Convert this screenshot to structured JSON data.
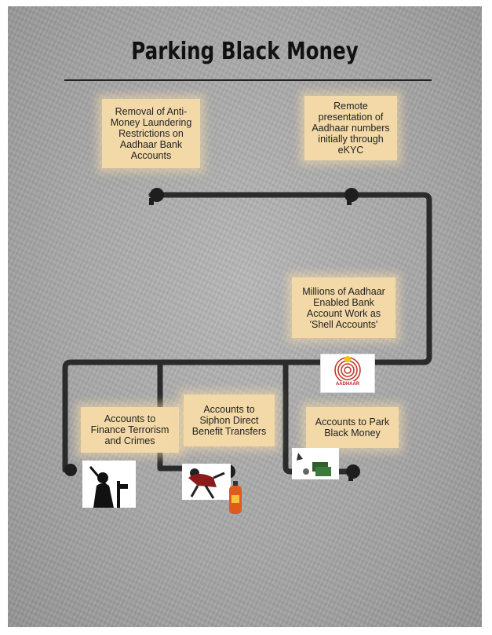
{
  "title": "Parking Black Money",
  "notes": {
    "removal": "Removal of Anti-Money Laundering Restrictions on Aadhaar Bank Accounts",
    "remote": "Remote presentation of Aadhaar numbers initially through eKYC",
    "millions": "Millions of Aadhaar Enabled Bank Account Work as 'Shell Accounts'",
    "terrorism": "Accounts to Finance Terrorism and Crimes",
    "siphon": "Accounts to Siphon Direct Benefit Transfers",
    "park": "Accounts to Park Black Money"
  },
  "logo": {
    "name": "aadhaar-logo",
    "text": "AADHAAR",
    "color": "#c0392b"
  },
  "colors": {
    "pipe": "#2b2b2b",
    "note": "#f3d9a8",
    "background": "#a9a9a9"
  },
  "icons": [
    "faucet-icon",
    "terrorist-icon",
    "thief-icon",
    "gas-cylinder-icon",
    "money-icon"
  ]
}
